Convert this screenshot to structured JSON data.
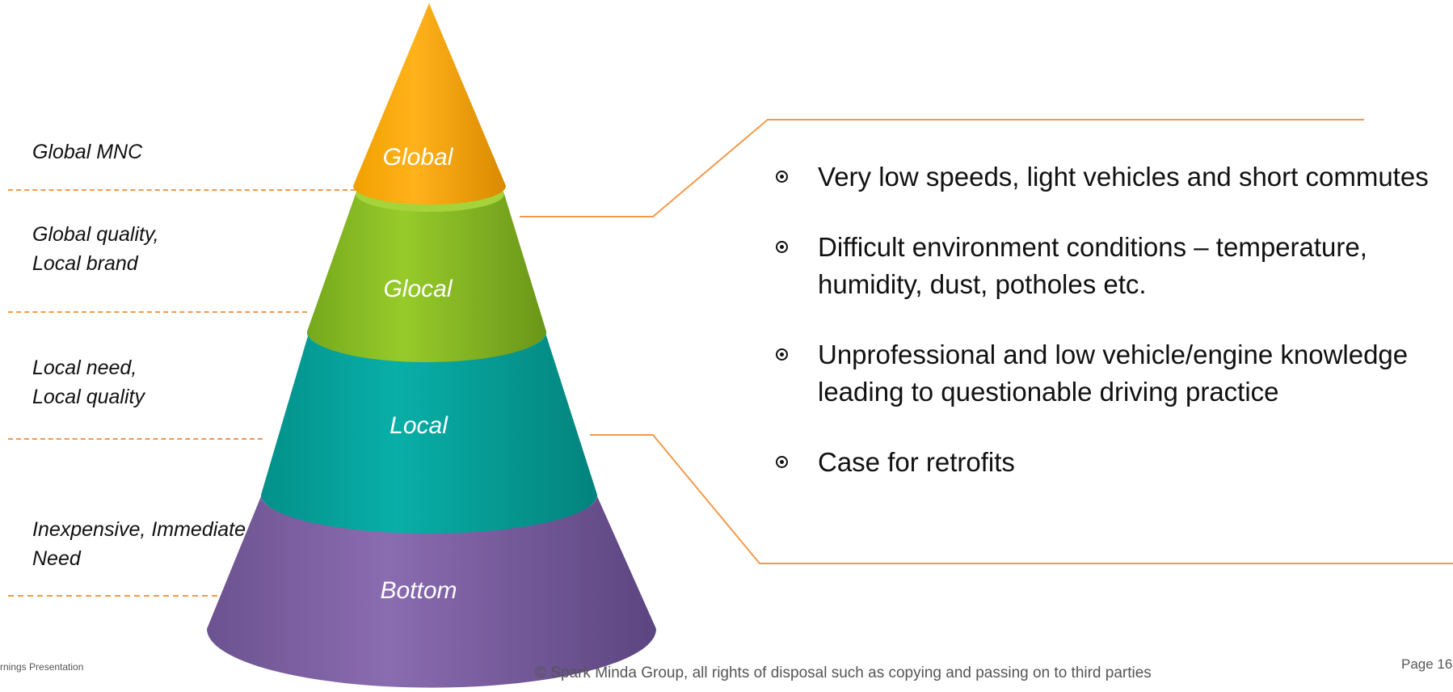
{
  "layers": [
    {
      "id": "global",
      "label": "Global",
      "side_label": [
        "Global MNC"
      ]
    },
    {
      "id": "glocal",
      "label": "Glocal",
      "side_label": [
        "Global quality,",
        "Local brand"
      ]
    },
    {
      "id": "local",
      "label": "Local",
      "side_label": [
        "Local need,",
        "Local quality"
      ]
    },
    {
      "id": "bottom",
      "label": "Bottom",
      "side_label": [
        "Inexpensive, Immediate",
        "Need"
      ]
    }
  ],
  "bullets": [
    "Very low speeds, light vehicles and short commutes",
    "Difficult environment conditions – temperature, humidity, dust, potholes etc.",
    "Unprofessional and low vehicle/engine knowledge leading to questionable driving practice",
    "Case for retrofits"
  ],
  "footer": {
    "left": "rnings Presentation",
    "center": "© Spark Minda Group, all rights of disposal such as copying and passing on to third parties",
    "page": "Page 16"
  },
  "colors": {
    "global": "#f5a300",
    "glocal": "#86bc25",
    "local": "#05a39c",
    "bottom": "#7b5fa0",
    "callout_line": "#f29a4a",
    "dash": "#f29a4a"
  }
}
